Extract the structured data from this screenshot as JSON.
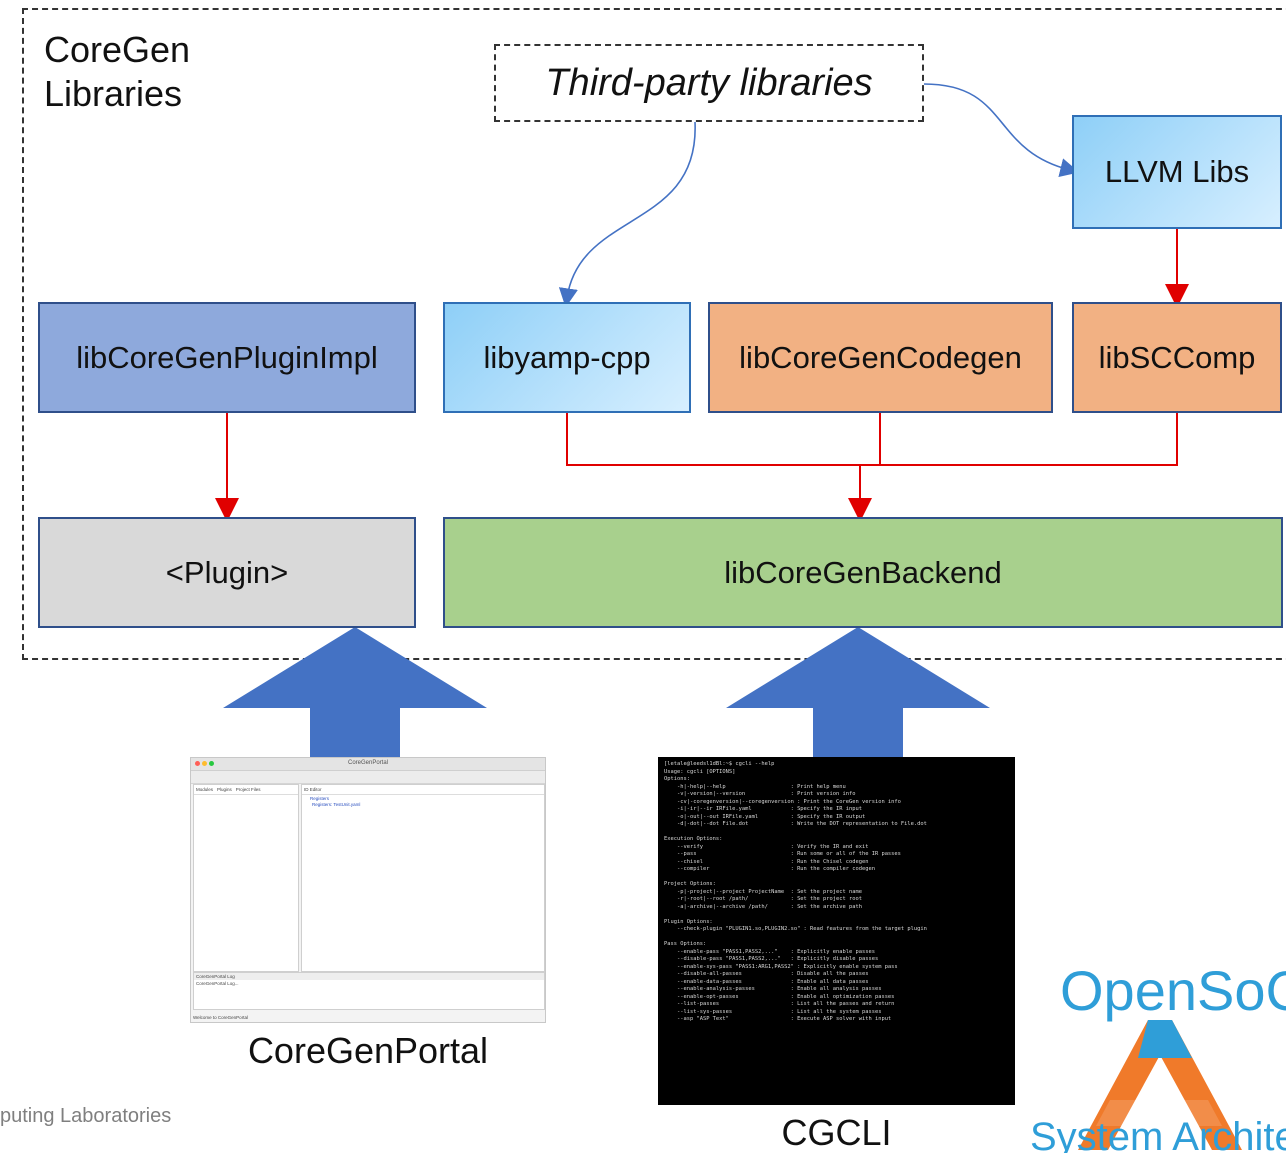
{
  "frame": {
    "title_line1": "CoreGen",
    "title_line2": "Libraries"
  },
  "third_party": {
    "label": "Third-party libraries"
  },
  "boxes": {
    "llvm": "LLVM Libs",
    "plugin_impl": "libCoreGenPluginImpl",
    "yamp": "libyamp-cpp",
    "codegen": "libCoreGenCodegen",
    "sccomp": "libSCComp",
    "plugin": "<Plugin>",
    "backend": "libCoreGenBackend"
  },
  "captions": {
    "portal": "CoreGenPortal",
    "cli": "CGCLI"
  },
  "footer": "puting Laboratories",
  "portal_window": {
    "title": "CoreGenPortal",
    "tabs": [
      "Modules",
      "Plugins",
      "Project Files"
    ],
    "editor_tab": "ID Editor",
    "editor_line1": "Registers",
    "editor_line2": "Registers: TestUnit.yaml",
    "log_title": "CoreGenPortal Log",
    "log_line": "CoreGenPortal Log...",
    "status": "Welcome to CoreGenPortal"
  },
  "cli_text": "[letale@leedsl1dBl:~$ cgcli --help\nUsage: cgcli [OPTIONS]\nOptions:\n    -h|-help|--help                    : Print help menu\n    -v|-version|--version              : Print version info\n    -cv|-coregenversion|--coregenversion : Print the CoreGen version info\n    -i|-ir|--ir IRFile.yaml            : Specify the IR input\n    -o|-out|--out IRFile.yaml          : Specify the IR output\n    -d|-dot|--dot File.dot             : Write the DOT representation to File.dot\n\nExecution Options:\n    --verify                           : Verify the IR and exit\n    --pass                             : Run some or all of the IR passes\n    --chisel                           : Run the Chisel codegen\n    --compiler                         : Run the compiler codegen\n\nProject Options:\n    -p|-project|--project ProjectName  : Set the project name\n    -r|-root|--root /path/             : Set the project root\n    -a|-archive|--archive /path/       : Set the archive path\n\nPlugin Options:\n    --check-plugin \"PLUGIN1.so,PLUGIN2.so\" : Read features from the target plugin\n\nPass Options:\n    --enable-pass \"PASS1,PASS2,...\"    : Explicitly enable passes\n    --disable-pass \"PASS1,PASS2,...\"   : Explicitly disable passes\n    --enable-sys-pass \"PASS1:ARG1,PASS2\" : Explicitly enable system pass\n    --disable-all-passes               : Disable all the passes\n    --enable-data-passes               : Enable all data passes\n    --enable-analysis-passes           : Enable all analysis passes\n    --enable-opt-passes                : Enable all optimization passes\n    --list-passes                      : List all the passes and return\n    --list-sys-passes                  : List all the system passes\n    --asp \"ASP Text\"                   : Execute ASP solver with input",
  "logo": {
    "top": "OpenSoC",
    "bottom": "System Archite"
  },
  "colors": {
    "red_arrow": "#e00000",
    "blue_curve": "#4472c4",
    "big_arrow": "#4472c4"
  }
}
